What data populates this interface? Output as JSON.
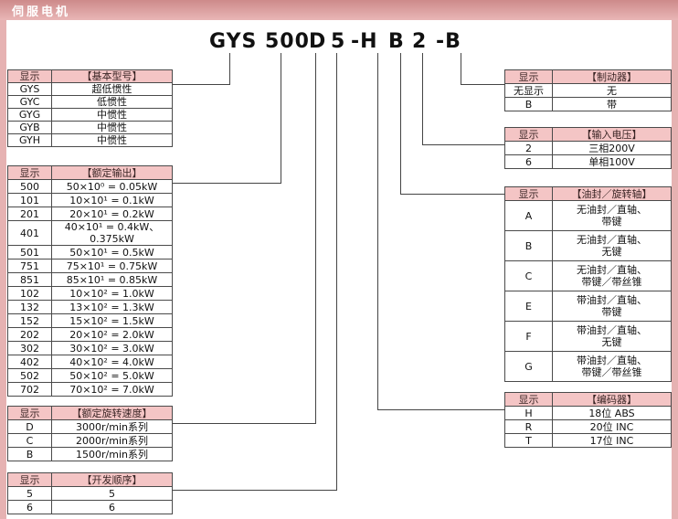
{
  "header": {
    "title": "伺服电机"
  },
  "model_code": {
    "basic_model": "GYS",
    "rated_output": "500",
    "speed": "D",
    "dev_order": "5",
    "encoder": "-H",
    "oil_seal": "B",
    "voltage": "2",
    "brake": "-B"
  },
  "tables": {
    "basic_model": {
      "header": [
        "显示",
        "【基本型号】"
      ],
      "rows": [
        [
          "GYS",
          "超低惯性"
        ],
        [
          "GYC",
          "低惯性"
        ],
        [
          "GYG",
          "中惯性"
        ],
        [
          "GYB",
          "中惯性"
        ],
        [
          "GYH",
          "中惯性"
        ]
      ]
    },
    "rated_output": {
      "header": [
        "显示",
        "【额定输出】"
      ],
      "rows": [
        [
          "500",
          "50×10⁰ = 0.05kW"
        ],
        [
          "101",
          "10×10¹ = 0.1kW"
        ],
        [
          "201",
          "20×10¹ = 0.2kW"
        ],
        [
          "401",
          "40×10¹ = 0.4kW、0.375kW"
        ],
        [
          "501",
          "50×10¹ = 0.5kW"
        ],
        [
          "751",
          "75×10¹ = 0.75kW"
        ],
        [
          "851",
          "85×10¹ = 0.85kW"
        ],
        [
          "102",
          "10×10² = 1.0kW"
        ],
        [
          "132",
          "13×10² = 1.3kW"
        ],
        [
          "152",
          "15×10² = 1.5kW"
        ],
        [
          "202",
          "20×10² = 2.0kW"
        ],
        [
          "302",
          "30×10² = 3.0kW"
        ],
        [
          "402",
          "40×10² = 4.0kW"
        ],
        [
          "502",
          "50×10² = 5.0kW"
        ],
        [
          "702",
          "70×10² = 7.0kW"
        ]
      ]
    },
    "speed": {
      "header": [
        "显示",
        "【额定旋转速度】"
      ],
      "rows": [
        [
          "D",
          "3000r/min系列"
        ],
        [
          "C",
          "2000r/min系列"
        ],
        [
          "B",
          "1500r/min系列"
        ]
      ]
    },
    "dev_order": {
      "header": [
        "显示",
        "【开发顺序】"
      ],
      "rows": [
        [
          "5",
          "5"
        ],
        [
          "6",
          "6"
        ]
      ]
    },
    "brake": {
      "header": [
        "显示",
        "【制动器】"
      ],
      "rows": [
        [
          "无显示",
          "无"
        ],
        [
          "B",
          "带"
        ]
      ]
    },
    "voltage": {
      "header": [
        "显示",
        "【输入电压】"
      ],
      "rows": [
        [
          "2",
          "三相200V"
        ],
        [
          "6",
          "单相100V"
        ]
      ]
    },
    "oil_seal": {
      "header": [
        "显示",
        "【油封／旋转轴】"
      ],
      "rows": [
        [
          "A",
          "无油封／直轴、\n带键"
        ],
        [
          "B",
          "无油封／直轴、\n无键"
        ],
        [
          "C",
          "无油封／直轴、\n带键／带丝锥"
        ],
        [
          "E",
          "带油封／直轴、\n带键"
        ],
        [
          "F",
          "带油封／直轴、\n无键"
        ],
        [
          "G",
          "带油封／直轴、\n带键／带丝锥"
        ]
      ]
    },
    "encoder": {
      "header": [
        "显示",
        "【编码器】"
      ],
      "rows": [
        [
          "H",
          "18位 ABS"
        ],
        [
          "R",
          "20位 INC"
        ],
        [
          "T",
          "17位 INC"
        ]
      ]
    }
  },
  "colors": {
    "accent_pink": "#dd9b9b",
    "table_header_pink": "#f4c5c5",
    "line_color": "#444444"
  }
}
